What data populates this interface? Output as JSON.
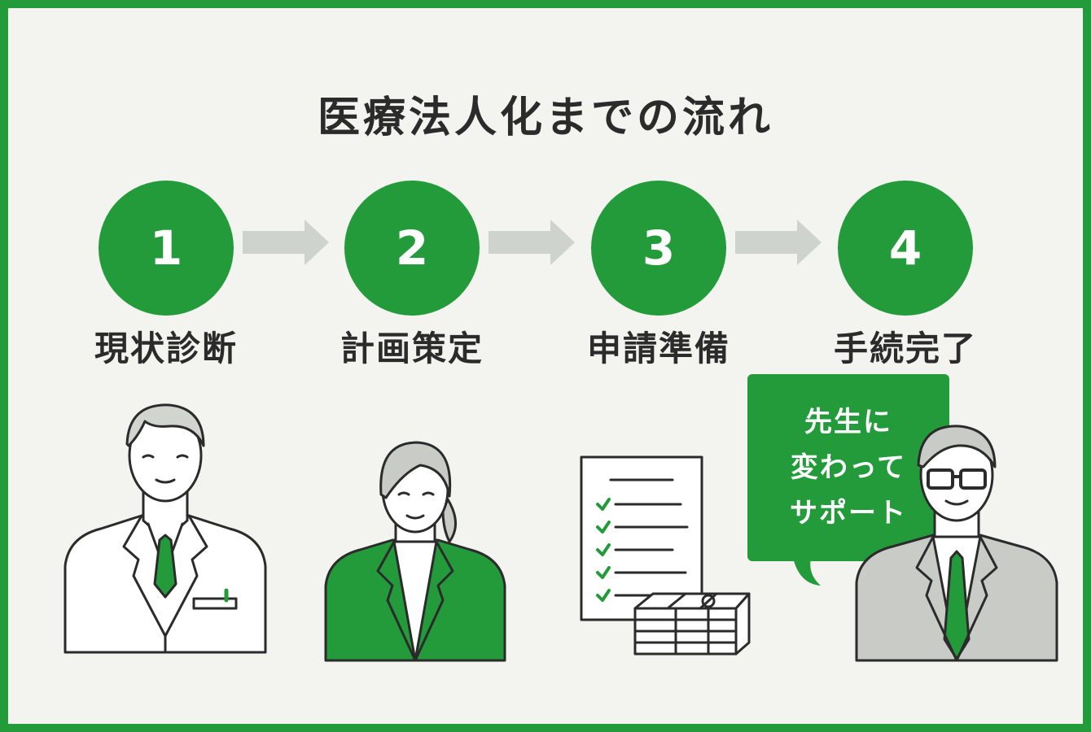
{
  "title": "医療法人化までの流れ",
  "steps": [
    {
      "number": "1",
      "label": "現状診断"
    },
    {
      "number": "2",
      "label": "計画策定"
    },
    {
      "number": "3",
      "label": "申請準備"
    },
    {
      "number": "4",
      "label": "手続完了"
    }
  ],
  "bubble": {
    "lines": [
      "先生に",
      "変わって",
      "サポート"
    ]
  },
  "colors": {
    "accent": "#239b3b",
    "background": "#f3f3ef",
    "arrow": "#cfd3ce",
    "text": "#2b2b2b",
    "suit": "#c9ccc6"
  },
  "icons": {
    "step1": "doctor-icon",
    "step2": "businesswoman-icon",
    "step3": "checklist-and-money-icon",
    "step4": "consultant-icon"
  }
}
